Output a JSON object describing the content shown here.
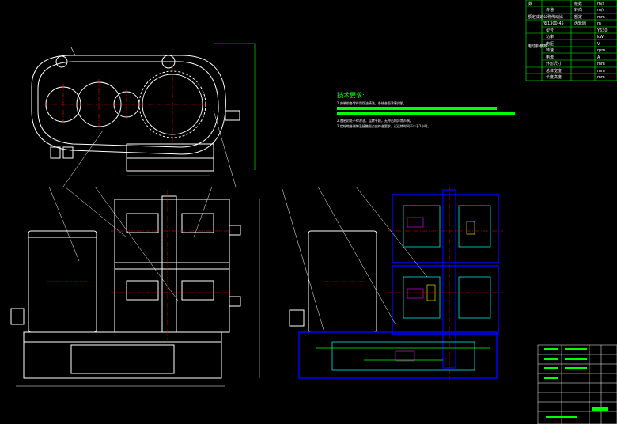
{
  "tech_requirements": {
    "title": "技术要求:",
    "lines": [
      "1.安装前各零件用煤油清洗，各结合面涂密封胶。",
      "2.各密封处不得渗油，运转平稳，无冲击和异常声响。",
      "3.齿轮啮合侧隙及接触斑点应符合要求，试运转时间不少于2小时。"
    ]
  },
  "param_table": {
    "rows": [
      {
        "group": "数",
        "name": "",
        "unit": "级数",
        "value": "m/s"
      },
      {
        "group": "",
        "name": "传递",
        "unit": "转向",
        "value": "m/s"
      },
      {
        "group": "额定减速",
        "name": "公称传动比",
        "unit": "额定",
        "value": "mm"
      },
      {
        "group": "",
        "name": "安1300.45",
        "unit": "齿轮圆",
        "value": "m"
      },
      {
        "group": "电动机参数",
        "name": "",
        "unit": "型号",
        "value": "Y630"
      },
      {
        "group": "",
        "name": "",
        "unit": "功率",
        "value": "kW"
      },
      {
        "group": "",
        "name": "",
        "unit": "电压",
        "value": "V"
      },
      {
        "group": "",
        "name": "",
        "unit": "转速",
        "value": "rpm"
      },
      {
        "group": "",
        "name": "",
        "unit": "电流",
        "value": "A"
      },
      {
        "group": "",
        "name": "",
        "unit": "外形尺寸",
        "value": "mm"
      },
      {
        "group": "",
        "name": "",
        "unit": "总体宽度",
        "value": "mm"
      },
      {
        "group": "",
        "name": "",
        "unit": "长度高度",
        "value": "mm"
      }
    ]
  },
  "colors": {
    "background": "#000000",
    "line": "#ffffff",
    "center": "#ff0000",
    "accent": "#00ff00",
    "section": "#0000ff",
    "dim": "#ffff00"
  }
}
